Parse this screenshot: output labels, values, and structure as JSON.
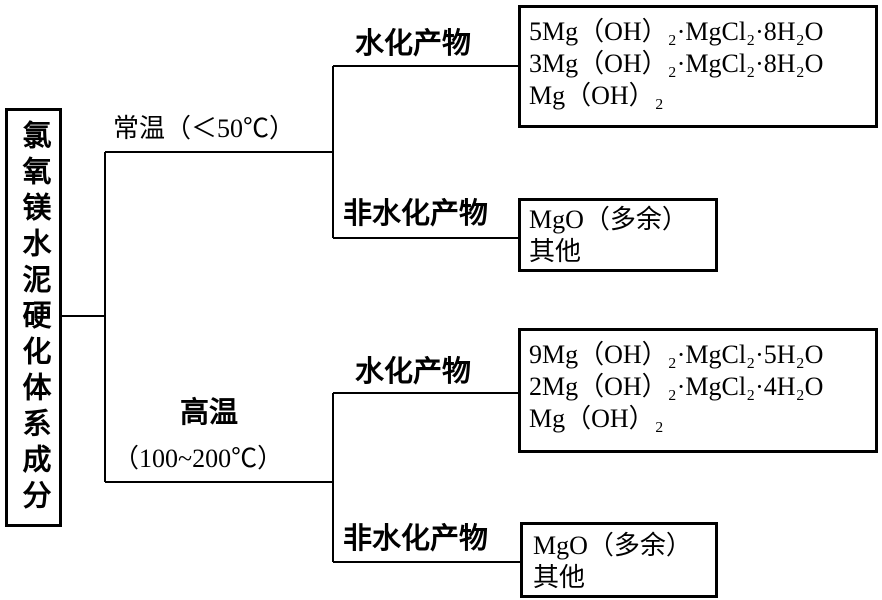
{
  "root": {
    "label": "氯氧镁水泥硬化体系成分"
  },
  "branches": [
    {
      "condition_lines": [
        "常温（＜50℃）"
      ],
      "groups": [
        {
          "label": "水化产物",
          "items": [
            "5Mg（OH）₂·MgCl₂·8H₂O",
            "3Mg（OH）₂·MgCl₂·8H₂O",
            "Mg（OH）₂"
          ]
        },
        {
          "label": "非水化产物",
          "items": [
            "MgO（多余）",
            "其他"
          ]
        }
      ]
    },
    {
      "condition_lines": [
        "高温",
        "（100~200℃）"
      ],
      "groups": [
        {
          "label": "水化产物",
          "items": [
            "9Mg（OH）₂·MgCl₂·5H₂O",
            "2Mg（OH）₂·MgCl₂·4H₂O",
            "Mg（OH）₂"
          ]
        },
        {
          "label": "非水化产物",
          "items": [
            "MgO（多余）",
            "其他"
          ]
        }
      ]
    }
  ]
}
